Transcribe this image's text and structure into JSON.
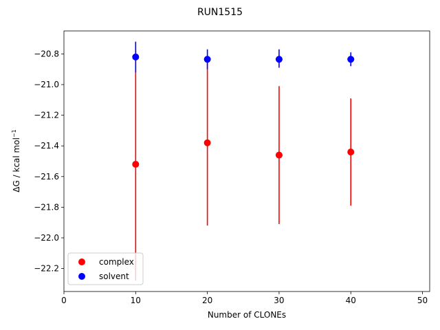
{
  "chart_data": {
    "type": "scatter",
    "title": "RUN1515",
    "xlabel": "Number of CLONEs",
    "ylabel_prefix": "ΔG / kcal mol",
    "ylabel_sup": "−1",
    "xlim": [
      0,
      51
    ],
    "ylim": [
      -22.35,
      -20.65
    ],
    "xticks": [
      0,
      10,
      20,
      30,
      40,
      50
    ],
    "xtick_labels": [
      "0",
      "10",
      "20",
      "30",
      "40",
      "50"
    ],
    "yticks": [
      -22.2,
      -22.0,
      -21.8,
      -21.6,
      -21.4,
      -21.2,
      -21.0,
      -20.8
    ],
    "ytick_labels": [
      "−22.2",
      "−22.0",
      "−21.8",
      "−21.6",
      "−21.4",
      "−21.2",
      "−21.0",
      "−20.8"
    ],
    "grid": false,
    "legend_position": "lower-left",
    "series": [
      {
        "name": "complex",
        "color": "#ff0000",
        "x": [
          10,
          20,
          30,
          40
        ],
        "y": [
          -21.52,
          -21.38,
          -21.46,
          -21.44
        ],
        "yerr_low": [
          -22.28,
          -21.92,
          -21.91,
          -21.79
        ],
        "yerr_high": [
          -20.77,
          -20.85,
          -21.01,
          -21.09
        ]
      },
      {
        "name": "solvent",
        "color": "#0000ff",
        "x": [
          10,
          20,
          30,
          40
        ],
        "y": [
          -20.82,
          -20.835,
          -20.835,
          -20.835
        ],
        "yerr_low": [
          -20.92,
          -20.9,
          -20.89,
          -20.88
        ],
        "yerr_high": [
          -20.72,
          -20.77,
          -20.77,
          -20.79
        ]
      }
    ]
  }
}
